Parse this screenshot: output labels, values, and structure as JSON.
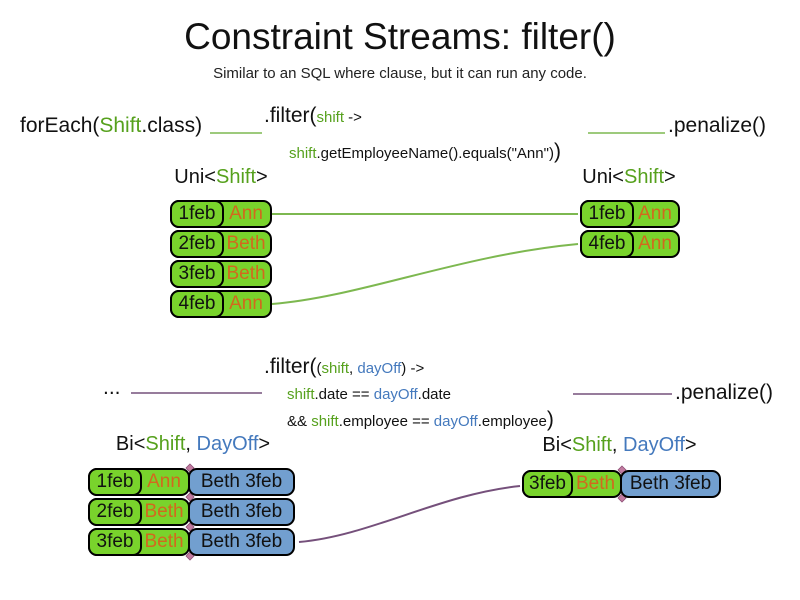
{
  "slide": {
    "title": "Constraint Streams: filter()",
    "subtitle": "Similar to an SQL where clause, but it can run any code."
  },
  "colors": {
    "green_box": "#79d32c",
    "blue_box": "#729fcf",
    "green_text": "#56a11d",
    "blue_text": "#4479bd",
    "orange_text": "#d2691e",
    "line_green": "#7db850",
    "line_purple": "#75507b",
    "diamond": "#c27ba0"
  },
  "labels": {
    "uni_pre": "Uni<",
    "uni_type": "Shift",
    "uni_post": ">",
    "bi_pre": "Bi<",
    "bi_type1": "Shift",
    "bi_sep": ", ",
    "bi_type2": "DayOff",
    "bi_post": ">"
  },
  "code_top": {
    "foreach_pre": "forEach(",
    "foreach_type": "Shift",
    "foreach_post": ".class)",
    "filter_open": ".filter(",
    "param": "shift",
    "arrow": " ->",
    "body_var": "shift",
    "body_rest": ".getEmployeeName().equals(\"Ann\")",
    "close_paren": ")",
    "penalize": ".penalize()"
  },
  "code_bottom": {
    "ellipsis": "...",
    "filter_open": ".filter(",
    "open_paren": "(",
    "param1": "shift",
    "sep": ", ",
    "param2": "dayOff",
    "close_paren": ")",
    "arrow": " ->",
    "cond1_var": "shift",
    "cond1_op": ".date == ",
    "cond1_var2": "dayOff",
    "cond1_rest": ".date",
    "cond2_prefix": "&& ",
    "cond2_var": "shift",
    "cond2_op": ".employee == ",
    "cond2_var2": "dayOff",
    "cond2_rest": ".employee",
    "big_close": ")",
    "penalize": ".penalize()"
  },
  "tables": {
    "uni_left": {
      "rows": [
        {
          "date": "1feb",
          "employee": "Ann"
        },
        {
          "date": "2feb",
          "employee": "Beth"
        },
        {
          "date": "3feb",
          "employee": "Beth"
        },
        {
          "date": "4feb",
          "employee": "Ann"
        }
      ]
    },
    "uni_right": {
      "rows": [
        {
          "date": "1feb",
          "employee": "Ann"
        },
        {
          "date": "4feb",
          "employee": "Ann"
        }
      ]
    },
    "bi_left": {
      "rows": [
        {
          "date": "1feb",
          "employee": "Ann",
          "dayoff": "Beth 3feb"
        },
        {
          "date": "2feb",
          "employee": "Beth",
          "dayoff": "Beth 3feb"
        },
        {
          "date": "3feb",
          "employee": "Beth",
          "dayoff": "Beth 3feb"
        }
      ]
    },
    "bi_right": {
      "rows": [
        {
          "date": "3feb",
          "employee": "Beth",
          "dayoff": "Beth 3feb"
        }
      ]
    }
  }
}
